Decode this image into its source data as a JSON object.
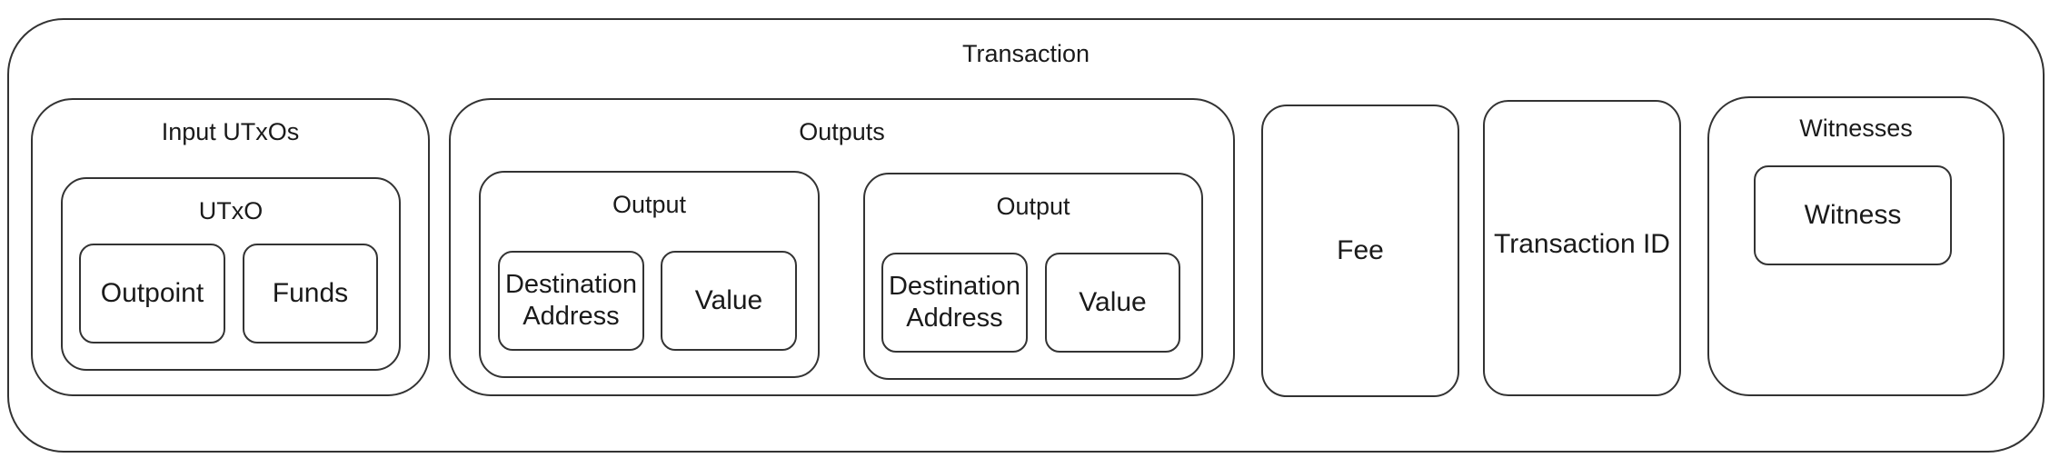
{
  "transaction": {
    "title": "Transaction",
    "inputs": {
      "title": "Input UTxOs",
      "utxo": {
        "title": "UTxO",
        "outpoint": "Outpoint",
        "funds": "Funds"
      }
    },
    "outputs": {
      "title": "Outputs",
      "items": [
        {
          "title": "Output",
          "destination": "Destination\nAddress",
          "value": "Value"
        },
        {
          "title": "Output",
          "destination": "Destination\nAddress",
          "value": "Value"
        }
      ]
    },
    "fee": "Fee",
    "transaction_id": "Transaction ID",
    "witnesses": {
      "title": "Witnesses",
      "witness": "Witness"
    }
  }
}
